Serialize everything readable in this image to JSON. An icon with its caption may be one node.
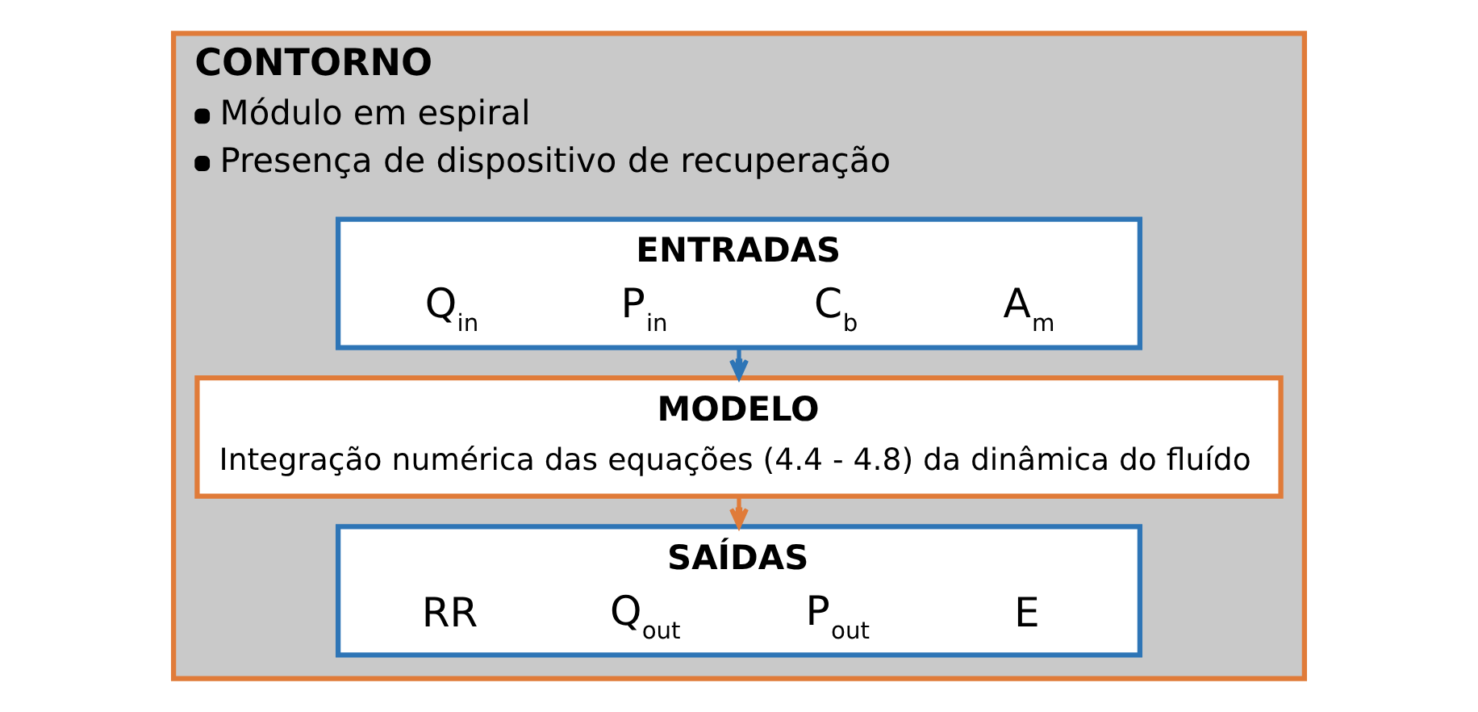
{
  "diagram": {
    "nodes": [
      {
        "text": [
          "CONTORNO",
          "Módulo em espiral",
          "Presença de dispositivo de recuperação"
        ]
      },
      {
        "text": [
          "ENTRADAS",
          "Q$_{in}$",
          "P$_{in}$",
          "C$_{b}$",
          "A$_{m}$"
        ],
        "in": 0
      },
      {
        "text": [
          "MODELO",
          "Integração numérica das equações (4.4 - 4.8) da dinâmica do fluído"
        ],
        "in": 0
      },
      {
        "text": [
          "SAÍDAS",
          "RR",
          "Q$_{out}$",
          "P$_{out}$",
          "E"
        ],
        "in": 0
      }
    ],
    "edges": [
      {
        "from": 1,
        "to": 2,
        "arrow": "to",
        "color": "#2e75b6"
      },
      {
        "from": 2,
        "to": 3,
        "arrow": "to",
        "color": "#e07b39"
      }
    ]
  }
}
